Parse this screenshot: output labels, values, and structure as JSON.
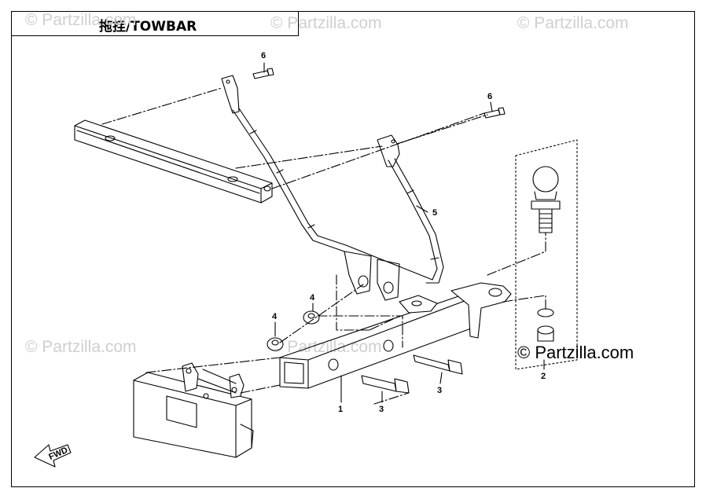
{
  "title": "拖挂/TOWBAR",
  "watermark": "© Partzilla.com",
  "brand": "© Partzilla.com",
  "callouts": {
    "part1": "1",
    "part2": "2",
    "part3a": "3",
    "part3b": "3",
    "part4a": "4",
    "part4b": "4",
    "part5": "5",
    "part6a": "6",
    "part6b": "6"
  },
  "fwd_label": "FWD",
  "colors": {
    "line": "#000000",
    "watermark": "#cfcfcf"
  }
}
